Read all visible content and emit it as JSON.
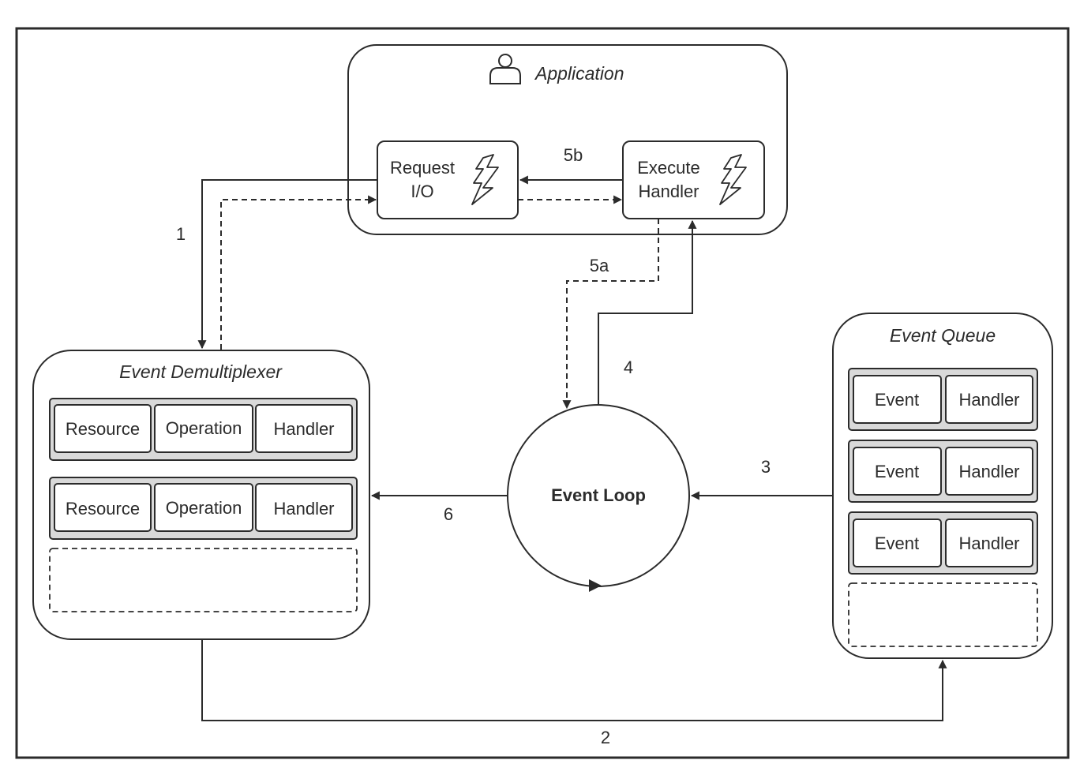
{
  "application": {
    "title": "Application",
    "icon": "user-icon"
  },
  "request_io": {
    "line1": "Request",
    "line2": "I/O",
    "icon": "lightning-icon"
  },
  "execute_handler": {
    "line1": "Execute",
    "line2": "Handler",
    "icon": "lightning-icon"
  },
  "event_demultiplexer": {
    "title": "Event Demultiplexer",
    "rows": [
      {
        "resource": "Resource",
        "operation": "Operation",
        "handler": "Handler"
      },
      {
        "resource": "Resource",
        "operation": "Operation",
        "handler": "Handler"
      }
    ]
  },
  "event_queue": {
    "title": "Event Queue",
    "rows": [
      {
        "event": "Event",
        "handler": "Handler"
      },
      {
        "event": "Event",
        "handler": "Handler"
      },
      {
        "event": "Event",
        "handler": "Handler"
      }
    ]
  },
  "event_loop": {
    "label": "Event Loop"
  },
  "steps": {
    "s1": "1",
    "s2": "2",
    "s3": "3",
    "s4": "4",
    "s5a": "5a",
    "s5b": "5b",
    "s6": "6"
  },
  "colors": {
    "stroke": "#2b2b2b",
    "row_fill": "#d9d9d9",
    "background": "#ffffff"
  }
}
